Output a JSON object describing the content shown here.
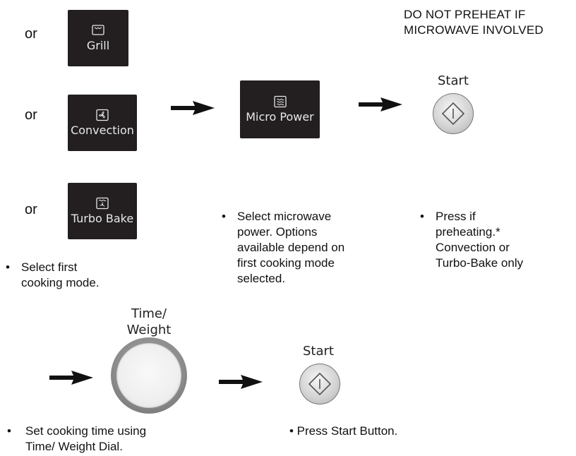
{
  "warning": {
    "line1": "DO NOT PREHEAT IF",
    "line2": "MICROWAVE INVOLVED"
  },
  "mode_options": [
    {
      "or": "or",
      "label": "Grill",
      "icon": "grill-icon"
    },
    {
      "or": "or",
      "label": "Convection",
      "icon": "convection-fan-icon"
    },
    {
      "or": "or",
      "label": "Turbo Bake",
      "icon": "turbo-bake-icon"
    }
  ],
  "micro_power": {
    "label": "Micro Power",
    "icon": "microwave-waves-icon"
  },
  "start_top": {
    "label": "Start"
  },
  "time_weight": {
    "line1": "Time/",
    "line2": "Weight"
  },
  "start_bottom": {
    "label": "Start"
  },
  "notes": {
    "mode": {
      "bullet": "•",
      "line1": "Select first",
      "line2": "cooking mode."
    },
    "power": {
      "bullet": "•",
      "line1": "Select microwave",
      "line2": "power. Options",
      "line3": "available depend on",
      "line4": "first cooking mode",
      "line5": "selected."
    },
    "preheat": {
      "bullet": "•",
      "line1": "Press if",
      "line2": "preheating.*",
      "line3": "Convection or",
      "line4": "Turbo-Bake only"
    },
    "time": {
      "bullet": "•",
      "line1": "Set cooking time using",
      "line2": "Time/ Weight Dial."
    },
    "start": {
      "text": "• Press Start Button."
    }
  }
}
